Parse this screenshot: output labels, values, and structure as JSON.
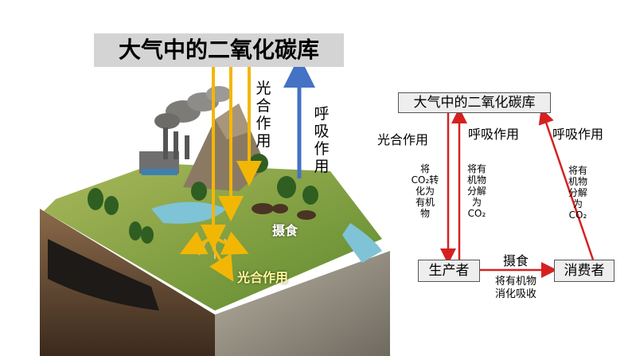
{
  "left_scene": {
    "title": "大气中的二氧化碳库",
    "photosynthesis_vertical": "光合作用",
    "respiration_vertical": "呼吸作用",
    "ingestion_label": "摄食",
    "photosynthesis_bottom": "光合作用"
  },
  "right_diagram": {
    "co2_pool": "大气中的二氧化碳库",
    "producer": "生产者",
    "consumer": "消费者",
    "photosynthesis": "光合作用",
    "respiration_producer": "呼吸作用",
    "respiration_consumer": "呼吸作用",
    "ingestion": "摄食",
    "convert_co2": [
      "将",
      "CO₂转",
      "化为",
      "有机",
      "物"
    ],
    "decompose_producer": [
      "将有",
      "机物",
      "分解",
      "为",
      "CO₂"
    ],
    "decompose_consumer": [
      "将有",
      "机物",
      "分解",
      "为",
      "CO₂"
    ],
    "digest": [
      "将有机物",
      "消化吸收"
    ]
  },
  "colors": {
    "yellow_arrow": "#f2b705",
    "blue_arrow": "#4472c4",
    "red_arrow": "#d62020",
    "title_bg": "#d4d4d4",
    "box_bg": "#eeeeee"
  }
}
